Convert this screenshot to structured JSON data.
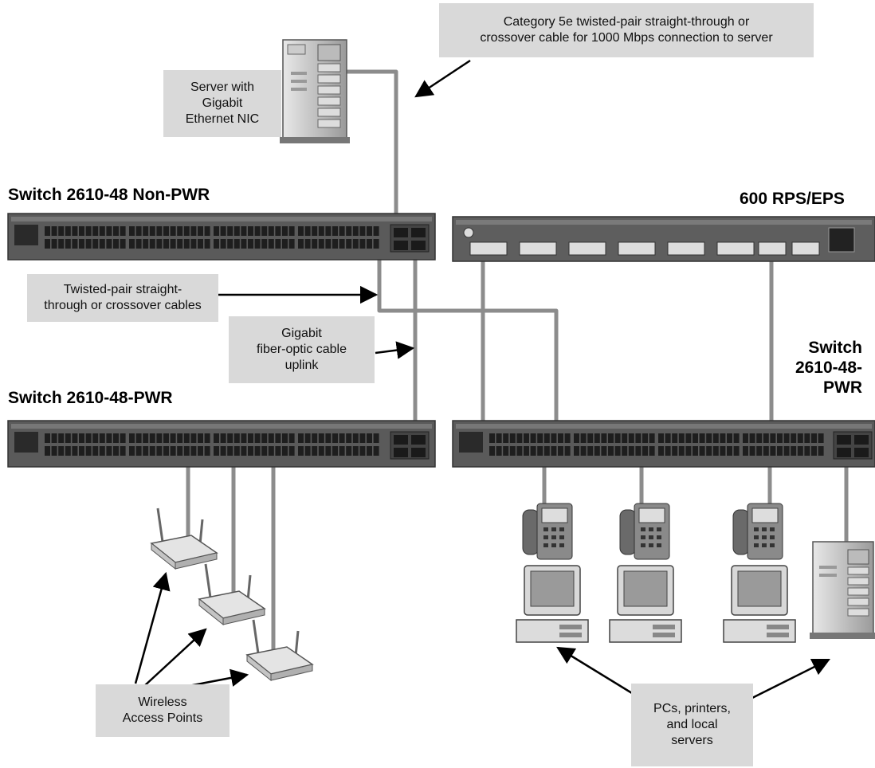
{
  "headings": {
    "switch_non_pwr": "Switch 2610-48 Non-PWR",
    "rps_eps": "600 RPS/EPS",
    "switch_pwr_left": "Switch 2610-48-PWR",
    "switch_pwr_right": "Switch\n2610-48-\nPWR"
  },
  "callouts": {
    "cat5e_cable": "Category 5e twisted-pair straight-through or\ncrossover cable for 1000 Mbps connection to server",
    "server_nic": "Server with\nGigabit\nEthernet NIC",
    "twisted_pair": "Twisted-pair straight-\nthrough or crossover cables",
    "fiber_uplink": "Gigabit\nfiber-optic cable\nuplink",
    "wireless_aps": "Wireless\nAccess Points",
    "pcs_printers": "PCs, printers,\nand local\nservers"
  },
  "colors": {
    "background": "#ffffff",
    "callout_fill": "#d9d9d9",
    "cable": "#8c8c8c",
    "switch_body": "#5a5a5a",
    "port": "#1e1e1e"
  }
}
